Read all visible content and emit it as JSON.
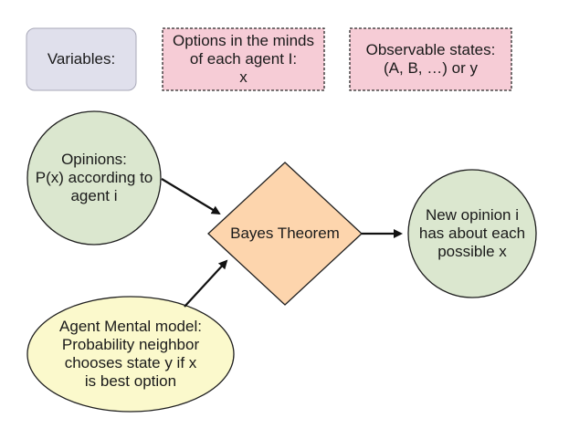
{
  "colors": {
    "variables_fill": "#e0e0ec",
    "variables_stroke": "#a8a8b8",
    "pink_fill": "#f6ccd6",
    "pink_stroke": "#2a2a2a",
    "green_fill": "#dbe7cf",
    "green_stroke": "#1f1f1f",
    "diamond_fill": "#fdd5ad",
    "yellow_fill": "#fbf9cc",
    "arrow": "#111111"
  },
  "header": {
    "variables_label": "Variables:",
    "options_label": "Options in the minds\nof each agent I:\nx",
    "observable_label": "Observable states:\n(A, B, …) or y"
  },
  "nodes": {
    "opinions_label": "Opinions:\nP(x) according to\nagent i",
    "bayes_label": "Bayes Theorem",
    "new_opinion_label": "New opinion i\nhas about each\npossible x",
    "mental_model_label": "Agent Mental model:\nProbability neighbor\nchooses state y if x\nis best option"
  }
}
